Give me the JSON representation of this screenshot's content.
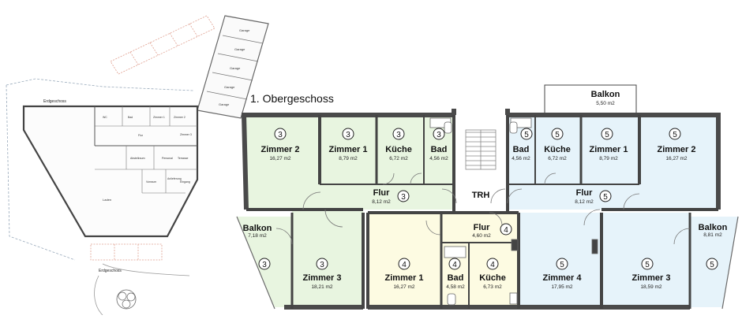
{
  "ground_floor": {
    "label": "Erdgeschoss",
    "label_top": "Erdgeschoss",
    "rooms": [
      {
        "id": "laden",
        "name": "Laden"
      },
      {
        "id": "wc",
        "name": "WC"
      },
      {
        "id": "bad",
        "name": "Bad"
      },
      {
        "id": "zi1",
        "name": "Zimmer 1"
      },
      {
        "id": "zi2",
        "name": "Zimmer 2"
      },
      {
        "id": "flur",
        "name": "Flur"
      },
      {
        "id": "abst",
        "name": "Abstellraum"
      },
      {
        "id": "pers",
        "name": "Personal"
      },
      {
        "id": "terr",
        "name": "Terrasse"
      },
      {
        "id": "vorr",
        "name": "Vorraum"
      },
      {
        "id": "anl",
        "name": "Anlieferung"
      },
      {
        "id": "eing",
        "name": "Eingang"
      },
      {
        "id": "zi3",
        "name": "Zimmer 3"
      }
    ],
    "garages": [
      {
        "label": "Garage"
      },
      {
        "label": "Garage"
      },
      {
        "label": "Garage"
      },
      {
        "label": "Garage"
      },
      {
        "label": "Garage"
      }
    ]
  },
  "upper_floor": {
    "title": "1. Obergeschoss",
    "stair_label": "TRH",
    "rooms": [
      {
        "id": "u3_z2",
        "name": "Zimmer 2",
        "area": "16,27 m2",
        "unit": "3",
        "color": "#e8f5e0"
      },
      {
        "id": "u3_z1",
        "name": "Zimmer 1",
        "area": "8,79 m2",
        "unit": "3",
        "color": "#e8f5e0"
      },
      {
        "id": "u3_ku",
        "name": "Küche",
        "area": "6,72 m2",
        "unit": "3",
        "color": "#e8f5e0"
      },
      {
        "id": "u3_bad",
        "name": "Bad",
        "area": "4,56 m2",
        "unit": "3",
        "color": "#e8f5e0"
      },
      {
        "id": "u3_flur",
        "name": "Flur",
        "area": "8,12 m2",
        "unit": "3",
        "color": "#e8f5e0"
      },
      {
        "id": "u3_balk",
        "name": "Balkon",
        "area": "7,18 m2",
        "unit": "3",
        "color": "#e8f5e0"
      },
      {
        "id": "u3_z3",
        "name": "Zimmer 3",
        "area": "18,21 m2",
        "unit": "3",
        "color": "#e8f5e0"
      },
      {
        "id": "u4_z1",
        "name": "Zimmer 1",
        "area": "16,27 m2",
        "unit": "4",
        "color": "#fdfbe2"
      },
      {
        "id": "u4_flur",
        "name": "Flur",
        "area": "4,60 m2",
        "unit": "4",
        "color": "#fdfbe2"
      },
      {
        "id": "u4_bad",
        "name": "Bad",
        "area": "4,58 m2",
        "unit": "4",
        "color": "#fdfbe2"
      },
      {
        "id": "u4_ku",
        "name": "Küche",
        "area": "6,73 m2",
        "unit": "4",
        "color": "#fdfbe2"
      },
      {
        "id": "u5_bad",
        "name": "Bad",
        "area": "4,56 m2",
        "unit": "5",
        "color": "#e6f3fa"
      },
      {
        "id": "u5_ku",
        "name": "Küche",
        "area": "6,72 m2",
        "unit": "5",
        "color": "#e6f3fa"
      },
      {
        "id": "u5_z1",
        "name": "Zimmer 1",
        "area": "8,79 m2",
        "unit": "5",
        "color": "#e6f3fa"
      },
      {
        "id": "u5_z2",
        "name": "Zimmer 2",
        "area": "16,27 m2",
        "unit": "5",
        "color": "#e6f3fa"
      },
      {
        "id": "u5_flur",
        "name": "Flur",
        "area": "8,12 m2",
        "unit": "5",
        "color": "#e6f3fa"
      },
      {
        "id": "u5_balk_top",
        "name": "Balkon",
        "area": "5,50 m2",
        "unit": "",
        "color": "#ffffff"
      },
      {
        "id": "u5_z4",
        "name": "Zimmer 4",
        "area": "17,95 m2",
        "unit": "5",
        "color": "#e6f3fa"
      },
      {
        "id": "u5_z3",
        "name": "Zimmer 3",
        "area": "18,59 m2",
        "unit": "5",
        "color": "#e6f3fa"
      },
      {
        "id": "u5_balk",
        "name": "Balkon",
        "area": "8,81 m2",
        "unit": "5",
        "color": "#e6f3fa"
      }
    ]
  }
}
